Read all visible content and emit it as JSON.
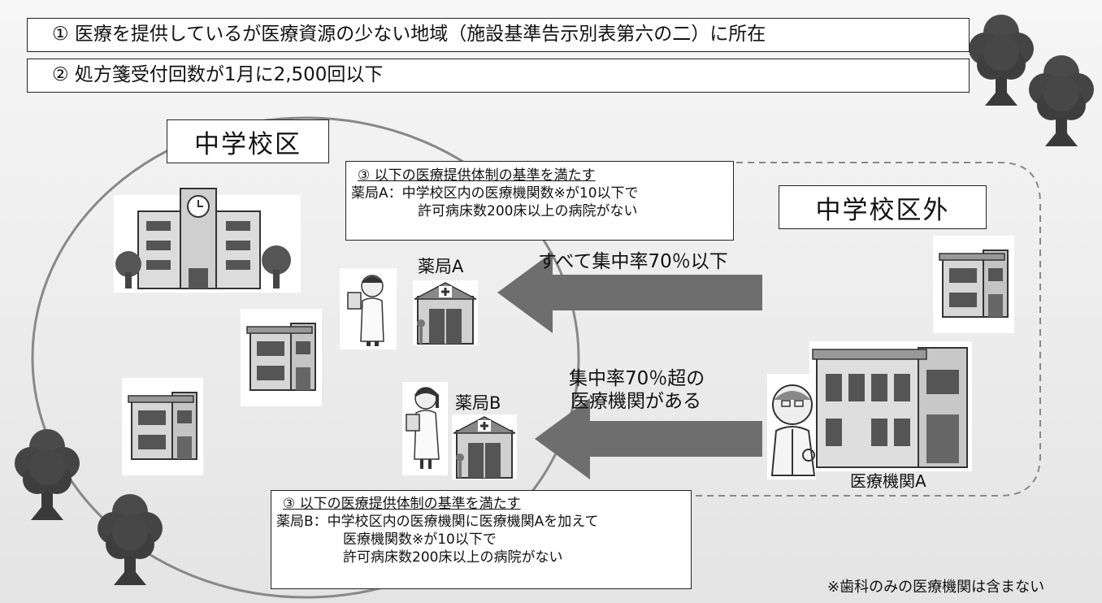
{
  "conditions": {
    "c1": "① 医療を提供しているが医療資源の少ない地域（施設基準告示別表第六の二）に所在",
    "c2": "② 処方箋受付回数が1月に2,500回以下"
  },
  "zones": {
    "inside": "中学校区",
    "outside": "中学校区外"
  },
  "note_a": {
    "heading": "③ 以下の医療提供体制の基準を満たす",
    "line1": "薬局A：中学校区内の医療機関数※が10以下で",
    "line2": "許可病床数200床以上の病院がない"
  },
  "note_b": {
    "heading": "③ 以下の医療提供体制の基準を満たす",
    "line1": "薬局B：中学校区内の医療機関に医療機関Aを加えて",
    "line2": "医療機関数※が10以下で",
    "line3": "許可病床数200床以上の病院がない"
  },
  "arrows": {
    "top_label": "すべて集中率70％以下",
    "bottom_label_1": "集中率70％超の",
    "bottom_label_2": "医療機関がある"
  },
  "labels": {
    "pharmacy_a": "薬局A",
    "pharmacy_b": "薬局B",
    "clinic_a": "医療機関A"
  },
  "footnote": "※歯科のみの医療機関は含まない",
  "colors": {
    "background": "#ececec",
    "arrow": "#6e6e6e",
    "tree": "#3d3d3d"
  }
}
